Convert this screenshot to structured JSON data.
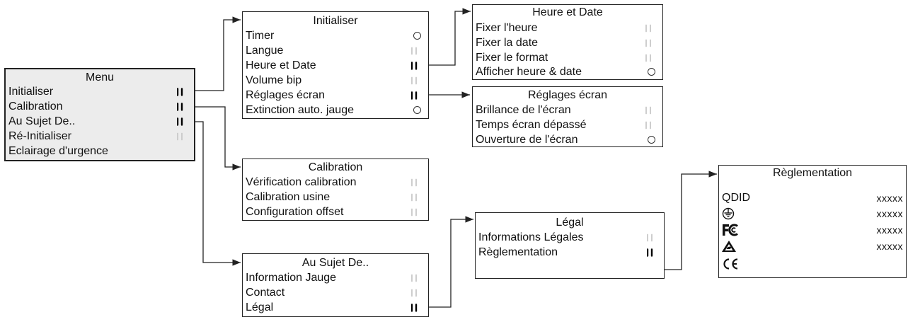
{
  "colors": {
    "line": "#222222",
    "menu_bg": "#ececec",
    "chevron_active": "#000000",
    "chevron_inactive": "#c8c8c8"
  },
  "menu": {
    "title": "Menu",
    "items": [
      {
        "label": "Initialiser",
        "marker": "chevron-bold"
      },
      {
        "label": "Calibration",
        "marker": "chevron-bold"
      },
      {
        "label": "Au Sujet De..",
        "marker": "chevron-bold"
      },
      {
        "label": "Ré-Initialiser",
        "marker": "chevron-light"
      },
      {
        "label": "Eclairage d'urgence",
        "marker": "none"
      }
    ]
  },
  "initialiser": {
    "title": "Initialiser",
    "items": [
      {
        "label": "Timer",
        "marker": "circle"
      },
      {
        "label": "Langue",
        "marker": "chevron-light"
      },
      {
        "label": "Heure et Date",
        "marker": "chevron-bold"
      },
      {
        "label": "Volume bip",
        "marker": "chevron-light"
      },
      {
        "label": "Réglages écran",
        "marker": "chevron-bold"
      },
      {
        "label": "Extinction auto. jauge",
        "marker": "circle"
      }
    ]
  },
  "heure_date": {
    "title": "Heure et Date",
    "items": [
      {
        "label": "Fixer l'heure",
        "marker": "chevron-light"
      },
      {
        "label": "Fixer la date",
        "marker": "chevron-light"
      },
      {
        "label": "Fixer le format",
        "marker": "chevron-light"
      },
      {
        "label": "Afficher heure & date",
        "marker": "circle"
      }
    ]
  },
  "reglages_ecran": {
    "title": "Réglages écran",
    "items": [
      {
        "label": "Brillance de l'écran",
        "marker": "chevron-light"
      },
      {
        "label": "Temps écran dépassé",
        "marker": "chevron-light"
      },
      {
        "label": "Ouverture de l'écran",
        "marker": "circle"
      }
    ]
  },
  "calibration": {
    "title": "Calibration",
    "items": [
      {
        "label": "Vérification calibration",
        "marker": "chevron-light"
      },
      {
        "label": "Calibration usine",
        "marker": "chevron-light"
      },
      {
        "label": "Configuration offset",
        "marker": "chevron-light"
      }
    ]
  },
  "au_sujet": {
    "title": "Au Sujet De..",
    "items": [
      {
        "label": "Information Jauge",
        "marker": "chevron-light"
      },
      {
        "label": "Contact",
        "marker": "chevron-light"
      },
      {
        "label": "Légal",
        "marker": "chevron-bold"
      }
    ]
  },
  "legal": {
    "title": "Légal",
    "items": [
      {
        "label": "Informations Légales",
        "marker": "chevron-light"
      },
      {
        "label": "Règlementation",
        "marker": "chevron-bold"
      }
    ]
  },
  "reglementation": {
    "title": "Règlementation",
    "rows": [
      {
        "label": "QDID",
        "value": "xxxxx"
      },
      {
        "symbol": "ground-earth-icon",
        "value": "xxxxx"
      },
      {
        "symbol": "fcc-logo",
        "value": "xxxxx"
      },
      {
        "symbol": "rcm-mark",
        "value": "xxxxx"
      },
      {
        "symbol": "ce-mark",
        "value": ""
      }
    ]
  }
}
